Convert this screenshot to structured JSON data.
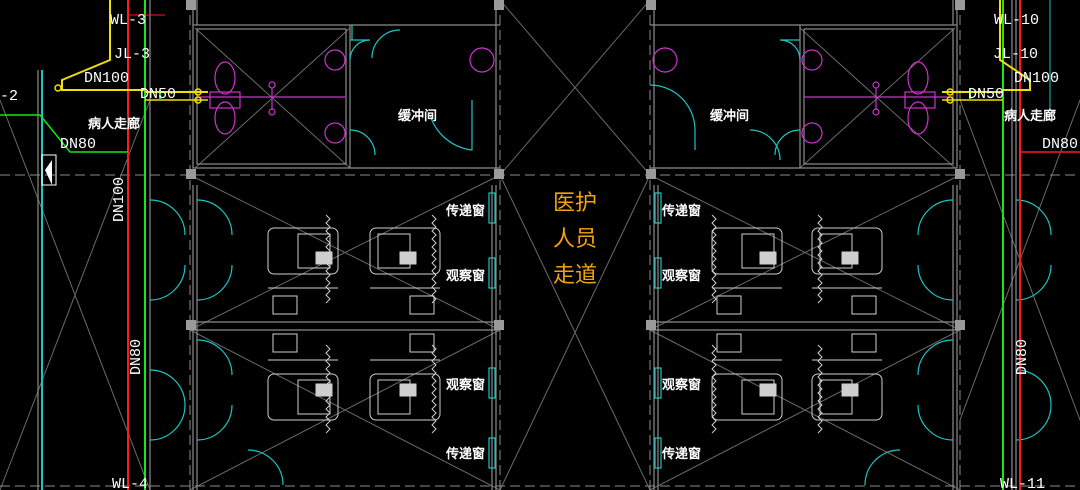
{
  "labels": {
    "buffer_room": "缓冲间",
    "pass_window": "传递窗",
    "observe_window": "观察窗",
    "patient_corridor": "病人走廊",
    "medical_corridor": [
      "医护",
      "人员",
      "走道"
    ]
  },
  "pipes": {
    "wl3": "WL-3",
    "jl3": "JL-3",
    "dn100_l": "DN100",
    "dn50_l": "DN50",
    "dn80_l": "DN80",
    "dn100_lv": "DN100",
    "dn80_lv": "DN80",
    "wl4": "WL-4",
    "left_edge": "-2",
    "wl10": "WL-10",
    "jl10": "JL-10",
    "dn100_r": "DN100",
    "dn50_r": "DN50",
    "dn80_r": "DN80",
    "dn80_rv": "DN80",
    "wl11": "WL-11"
  },
  "colors": {
    "background": "#000000",
    "wall": "#8c8c8c",
    "drain_pipe_red": "#ff1a1a",
    "water_pipe_green": "#19e619",
    "gas_pipe_yellow": "#f0e000",
    "fixtures": "#cc33cc",
    "doors": "#1cc5c5",
    "furniture": "#cfcfcf",
    "corridor_text": "#f2a20c"
  }
}
